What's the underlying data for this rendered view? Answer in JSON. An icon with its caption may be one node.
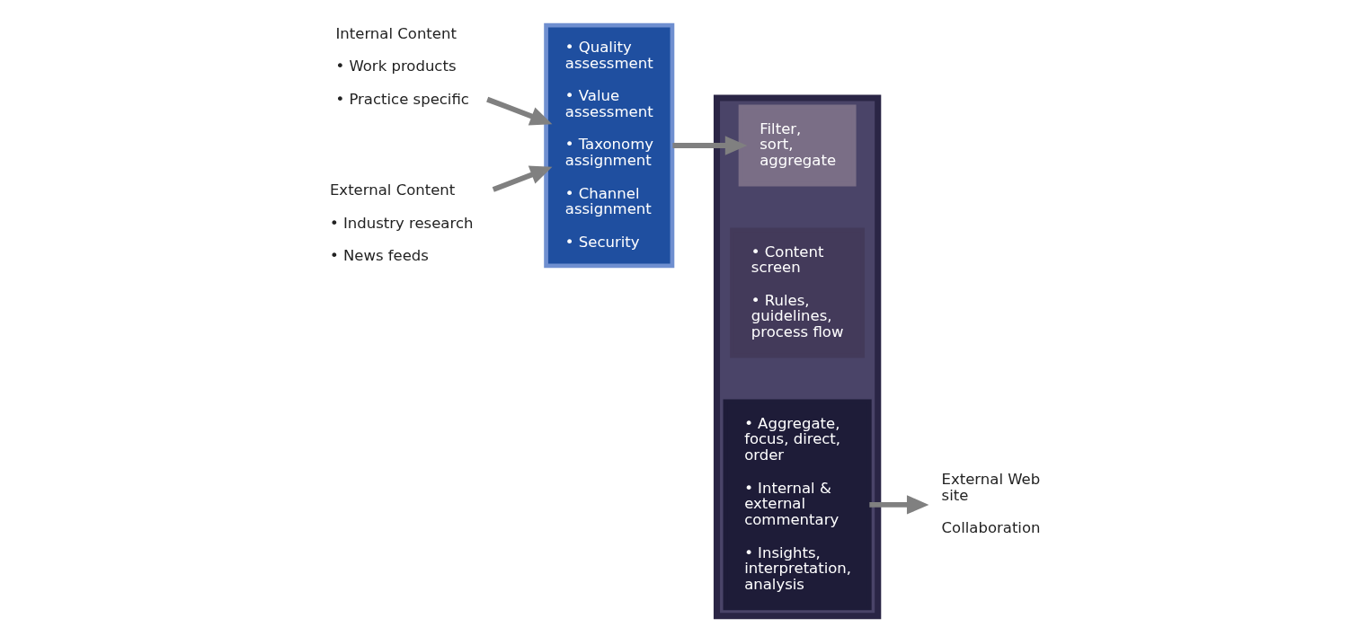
{
  "diagram": {
    "nodes": [
      {
        "text": [
          "Internal Content",
          "• Work products",
          "• Practice specific"
        ]
      },
      {
        "text": [
          "• Quality assessment",
          "• Value assessment",
          "• Taxonomy assignment",
          "• Channel assignment",
          "• Security"
        ]
      },
      {
        "text": [],
        "shape": "box"
      },
      {
        "text": [
          "Filter, sort, aggregate"
        ],
        "in": 2
      },
      {
        "text": [
          "• Content screen",
          "• Rules, guidelines, process flow"
        ],
        "in": 2
      },
      {
        "text": [
          "• Aggregate, focus, direct, order",
          "• Internal & external commentary",
          "• Insights, interpretation, analysis"
        ],
        "in": 2
      },
      {
        "text": [
          "External Web site",
          "Collaboration"
        ]
      },
      {
        "text": [
          "External Content",
          "• Industry research",
          "• News feeds"
        ]
      }
    ],
    "edges": [
      {
        "from": 0,
        "to": 1,
        "arrow": "to"
      },
      {
        "from": 7,
        "to": 1,
        "arrow": "to"
      },
      {
        "from": 1,
        "to": 3,
        "arrow": "to"
      },
      {
        "from": 5,
        "to": 6,
        "arrow": "to"
      }
    ]
  }
}
